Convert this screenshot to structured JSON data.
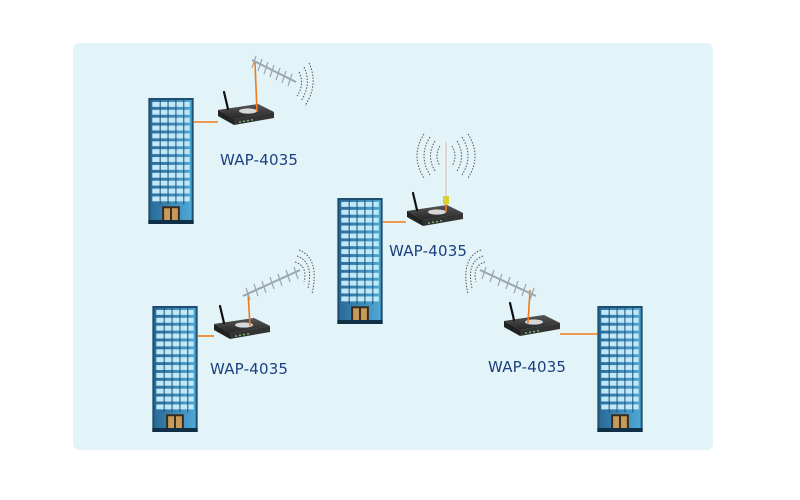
{
  "colors": {
    "panel": "#e3f4f8",
    "label": "#1c3f80",
    "link": "#f07a1a",
    "building_dark": "#2c6c9a",
    "building_light": "#5fb8e0"
  },
  "nodes": [
    {
      "id": "ap-top-left",
      "label": "WAP-4035",
      "antenna": "yagi-directional-icon"
    },
    {
      "id": "ap-center",
      "label": "WAP-4035",
      "antenna": "omni-antenna-icon"
    },
    {
      "id": "ap-bottom-left",
      "label": "WAP-4035",
      "antenna": "yagi-directional-icon"
    },
    {
      "id": "ap-bottom-right",
      "label": "WAP-4035",
      "antenna": "yagi-directional-icon"
    }
  ]
}
